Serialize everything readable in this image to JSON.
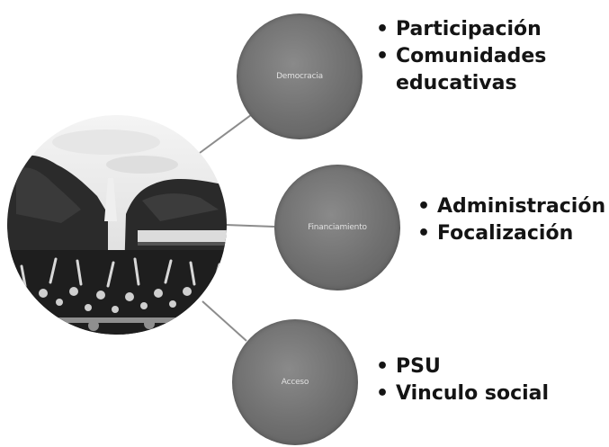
{
  "diagram": {
    "hub": {
      "icon": "crowd-photo"
    },
    "nodes": [
      {
        "label": "Democracia",
        "items": [
          "Participación",
          "Comunidades educativas"
        ]
      },
      {
        "label": "Financiamiento",
        "items": [
          "Administración",
          "Focalización"
        ]
      },
      {
        "label": "Acceso",
        "items": [
          "PSU",
          "Vinculo social"
        ]
      }
    ],
    "colors": {
      "node_fill": "#6f6f6f",
      "connector": "#8c8c8c",
      "text": "#141414"
    }
  }
}
